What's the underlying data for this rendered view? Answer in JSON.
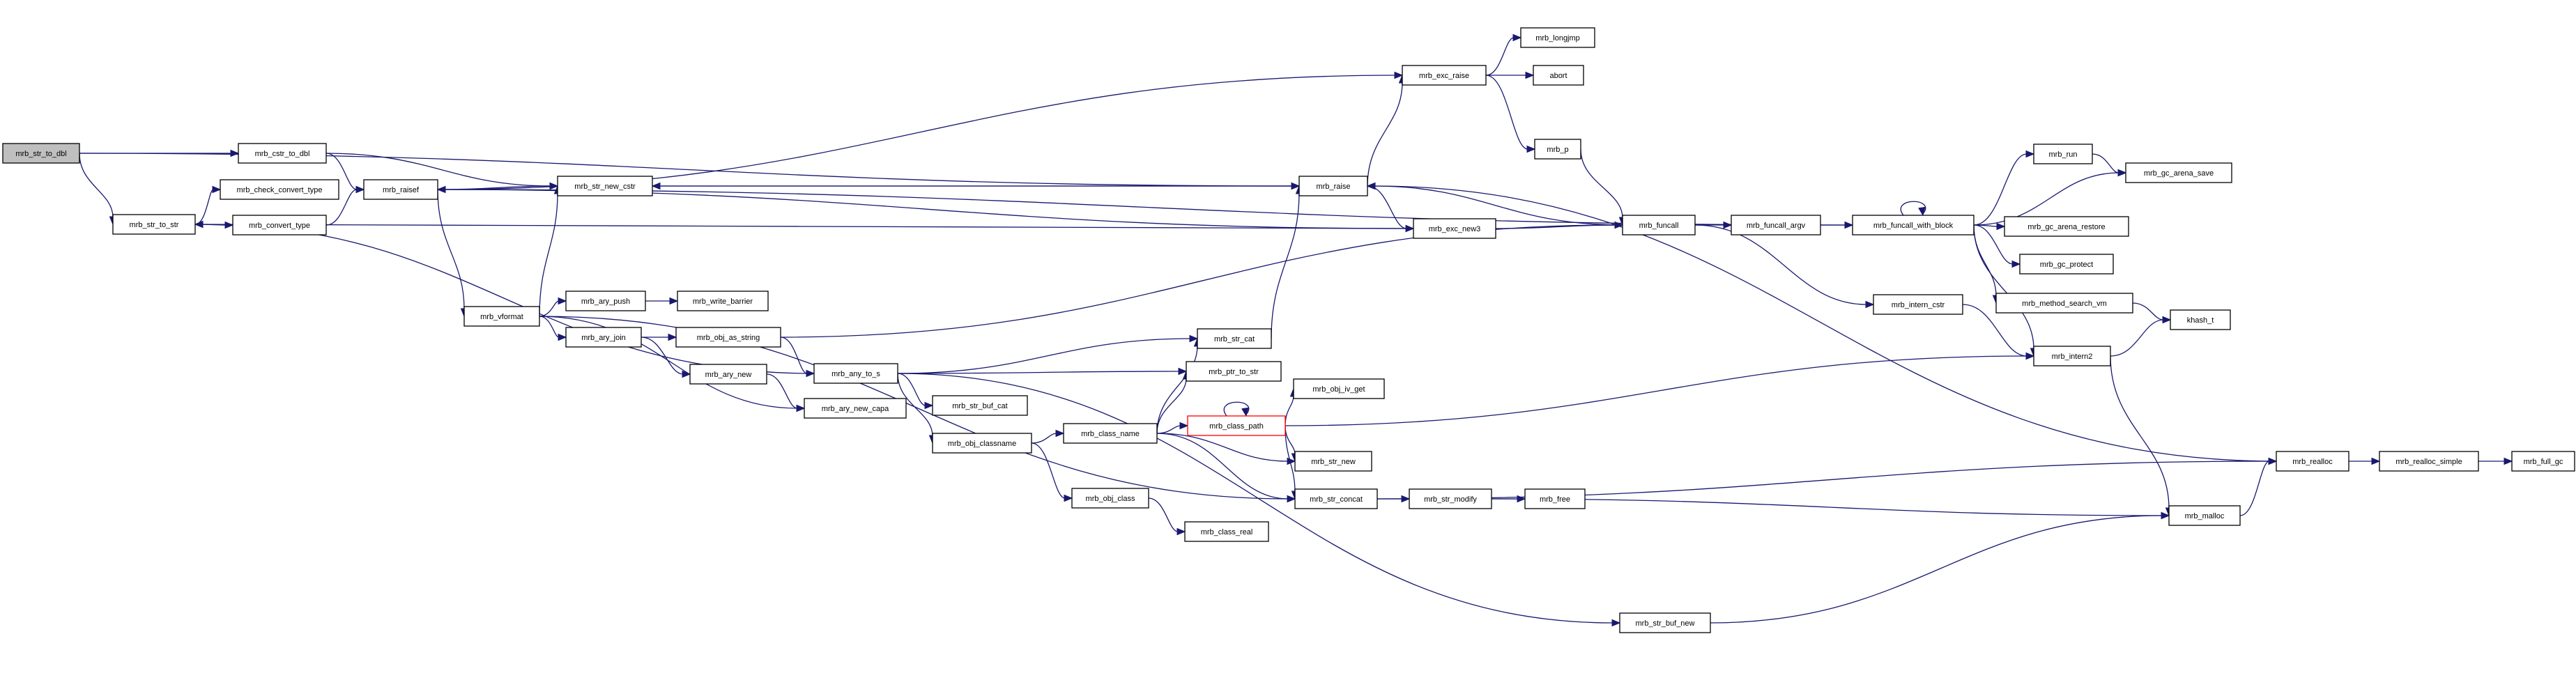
{
  "graph": {
    "nodes": [
      {
        "id": "n0",
        "label": "mrb_str_to_dbl",
        "style": "root"
      },
      {
        "id": "n1",
        "label": "mrb_cstr_to_dbl"
      },
      {
        "id": "n2",
        "label": "mrb_str_to_str"
      },
      {
        "id": "n3",
        "label": "mrb_raisef"
      },
      {
        "id": "n4",
        "label": "mrb_str_new_cstr"
      },
      {
        "id": "n5",
        "label": "mrb_check_convert_type"
      },
      {
        "id": "n6",
        "label": "mrb_convert_type"
      },
      {
        "id": "n7",
        "label": "mrb_vformat"
      },
      {
        "id": "n8",
        "label": "mrb_raise"
      },
      {
        "id": "n9",
        "label": "mrb_exc_raise"
      },
      {
        "id": "n10",
        "label": "mrb_longjmp"
      },
      {
        "id": "n11",
        "label": "abort"
      },
      {
        "id": "n12",
        "label": "mrb_p"
      },
      {
        "id": "n13",
        "label": "mrb_exc_new3"
      },
      {
        "id": "n14",
        "label": "mrb_funcall"
      },
      {
        "id": "n15",
        "label": "mrb_funcall_argv"
      },
      {
        "id": "n16",
        "label": "mrb_funcall_with_block"
      },
      {
        "id": "n17",
        "label": "mrb_run"
      },
      {
        "id": "n18",
        "label": "mrb_gc_arena_save"
      },
      {
        "id": "n19",
        "label": "mrb_gc_arena_restore"
      },
      {
        "id": "n20",
        "label": "mrb_gc_protect"
      },
      {
        "id": "n21",
        "label": "mrb_method_search_vm"
      },
      {
        "id": "n22",
        "label": "khash_t"
      },
      {
        "id": "n23",
        "label": "mrb_intern_cstr"
      },
      {
        "id": "n24",
        "label": "mrb_intern2"
      },
      {
        "id": "n25",
        "label": "mrb_ary_push"
      },
      {
        "id": "n26",
        "label": "mrb_write_barrier"
      },
      {
        "id": "n27",
        "label": "mrb_ary_join"
      },
      {
        "id": "n28",
        "label": "mrb_obj_as_string"
      },
      {
        "id": "n29",
        "label": "mrb_ary_new"
      },
      {
        "id": "n30",
        "label": "mrb_ary_new_capa"
      },
      {
        "id": "n31",
        "label": "mrb_any_to_s"
      },
      {
        "id": "n32",
        "label": "mrb_str_cat"
      },
      {
        "id": "n33",
        "label": "mrb_ptr_to_str"
      },
      {
        "id": "n34",
        "label": "mrb_str_buf_cat"
      },
      {
        "id": "n35",
        "label": "mrb_obj_iv_get"
      },
      {
        "id": "n36",
        "label": "mrb_obj_classname"
      },
      {
        "id": "n37",
        "label": "mrb_class_name"
      },
      {
        "id": "n38",
        "label": "mrb_class_path",
        "style": "trunc"
      },
      {
        "id": "n39",
        "label": "mrb_str_new"
      },
      {
        "id": "n40",
        "label": "mrb_obj_class"
      },
      {
        "id": "n41",
        "label": "mrb_class_real"
      },
      {
        "id": "n42",
        "label": "mrb_str_concat"
      },
      {
        "id": "n43",
        "label": "mrb_str_modify"
      },
      {
        "id": "n44",
        "label": "mrb_free"
      },
      {
        "id": "n45",
        "label": "mrb_realloc"
      },
      {
        "id": "n46",
        "label": "mrb_realloc_simple"
      },
      {
        "id": "n47",
        "label": "mrb_full_gc"
      },
      {
        "id": "n48",
        "label": "mrb_malloc"
      },
      {
        "id": "n49",
        "label": "mrb_str_buf_new"
      }
    ],
    "edges": [
      [
        "n0",
        "n1"
      ],
      [
        "n0",
        "n2"
      ],
      [
        "n0",
        "n8"
      ],
      [
        "n1",
        "n3"
      ],
      [
        "n1",
        "n4"
      ],
      [
        "n2",
        "n5"
      ],
      [
        "n2",
        "n6"
      ],
      [
        "n6",
        "n3"
      ],
      [
        "n3",
        "n4"
      ],
      [
        "n3",
        "n7"
      ],
      [
        "n3",
        "n9"
      ],
      [
        "n3",
        "n13"
      ],
      [
        "n4",
        "n8"
      ],
      [
        "n7",
        "n4"
      ],
      [
        "n7",
        "n25"
      ],
      [
        "n7",
        "n27"
      ],
      [
        "n7",
        "n30"
      ],
      [
        "n7",
        "n42"
      ],
      [
        "n8",
        "n4"
      ],
      [
        "n8",
        "n9"
      ],
      [
        "n8",
        "n13"
      ],
      [
        "n9",
        "n10"
      ],
      [
        "n9",
        "n11"
      ],
      [
        "n9",
        "n12"
      ],
      [
        "n12",
        "n14"
      ],
      [
        "n13",
        "n2"
      ],
      [
        "n13",
        "n14"
      ],
      [
        "n14",
        "n8"
      ],
      [
        "n14",
        "n15"
      ],
      [
        "n14",
        "n23"
      ],
      [
        "n15",
        "n16"
      ],
      [
        "n16",
        "n3"
      ],
      [
        "n16",
        "n16"
      ],
      [
        "n16",
        "n17"
      ],
      [
        "n16",
        "n18"
      ],
      [
        "n16",
        "n19"
      ],
      [
        "n16",
        "n20"
      ],
      [
        "n16",
        "n21"
      ],
      [
        "n16",
        "n24"
      ],
      [
        "n17",
        "n18"
      ],
      [
        "n21",
        "n22"
      ],
      [
        "n23",
        "n24"
      ],
      [
        "n24",
        "n22"
      ],
      [
        "n24",
        "n48"
      ],
      [
        "n25",
        "n26"
      ],
      [
        "n27",
        "n28"
      ],
      [
        "n27",
        "n29"
      ],
      [
        "n28",
        "n14"
      ],
      [
        "n28",
        "n31"
      ],
      [
        "n29",
        "n30"
      ],
      [
        "n31",
        "n32"
      ],
      [
        "n31",
        "n33"
      ],
      [
        "n31",
        "n34"
      ],
      [
        "n31",
        "n36"
      ],
      [
        "n31",
        "n2"
      ],
      [
        "n31",
        "n49"
      ],
      [
        "n32",
        "n8"
      ],
      [
        "n36",
        "n37"
      ],
      [
        "n36",
        "n40"
      ],
      [
        "n37",
        "n32"
      ],
      [
        "n37",
        "n33"
      ],
      [
        "n37",
        "n38"
      ],
      [
        "n37",
        "n39"
      ],
      [
        "n37",
        "n42"
      ],
      [
        "n38",
        "n38"
      ],
      [
        "n38",
        "n35"
      ],
      [
        "n38",
        "n24"
      ],
      [
        "n38",
        "n39"
      ],
      [
        "n38",
        "n42"
      ],
      [
        "n40",
        "n41"
      ],
      [
        "n42",
        "n43"
      ],
      [
        "n42",
        "n45"
      ],
      [
        "n43",
        "n44"
      ],
      [
        "n43",
        "n48"
      ],
      [
        "n45",
        "n8"
      ],
      [
        "n45",
        "n46"
      ],
      [
        "n46",
        "n47"
      ],
      [
        "n48",
        "n45"
      ],
      [
        "n49",
        "n48"
      ]
    ]
  }
}
